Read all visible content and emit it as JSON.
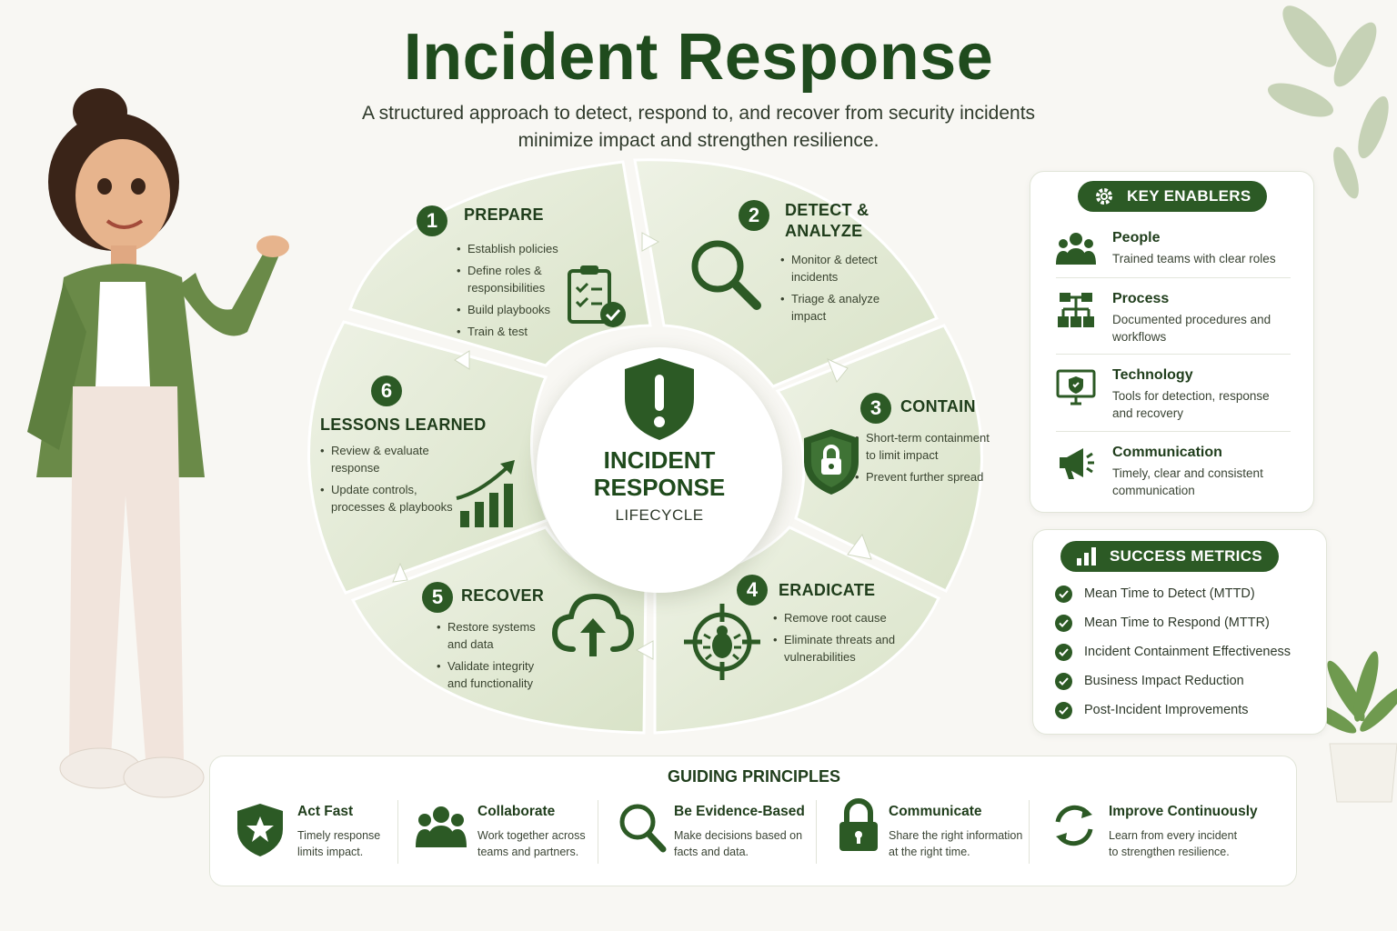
{
  "header": {
    "title": "Incident Response",
    "subtitle_line1": "A structured approach to detect, respond to, and recover from security incidents",
    "subtitle_line2": "minimize impact and strengthen resilience."
  },
  "lifecycle": {
    "center_title_line1": "INCIDENT",
    "center_title_line2": "RESPONSE",
    "center_subtitle": "LIFECYCLE",
    "steps": [
      {
        "number": "1",
        "title": "PREPARE",
        "icon": "clipboard-check-icon",
        "bullets": [
          "Establish policies",
          "Define roles & responsibilities",
          "Build playbooks",
          "Train & test"
        ]
      },
      {
        "number": "2",
        "title_line1": "DETECT &",
        "title_line2": "ANALYZE",
        "icon": "magnifier-icon",
        "bullets": [
          "Monitor & detect incidents",
          "Triage & analyze impact"
        ]
      },
      {
        "number": "3",
        "title": "CONTAIN",
        "icon": "shield-lock-icon",
        "bullets": [
          "Short-term containment to limit impact",
          "Prevent further spread"
        ]
      },
      {
        "number": "4",
        "title": "ERADICATE",
        "icon": "bug-target-icon",
        "bullets": [
          "Remove root cause",
          "Eliminate threats and vulnerabilities"
        ]
      },
      {
        "number": "5",
        "title": "RECOVER",
        "icon": "cloud-upload-icon",
        "bullets": [
          "Restore systems and data",
          "Validate integrity and functionality"
        ]
      },
      {
        "number": "6",
        "title": "LESSONS LEARNED",
        "icon": "growth-chart-icon",
        "bullets": [
          "Review & evaluate response",
          "Update controls, processes & playbooks"
        ]
      }
    ]
  },
  "key_enablers": {
    "title": "KEY ENABLERS",
    "items": [
      {
        "name": "People",
        "desc": "Trained teams with clear roles",
        "icon": "people-icon"
      },
      {
        "name": "Process",
        "desc": "Documented procedures and workflows",
        "icon": "process-flow-icon"
      },
      {
        "name": "Technology",
        "desc": "Tools for detection, response and recovery",
        "icon": "monitor-shield-icon"
      },
      {
        "name": "Communication",
        "desc": "Timely, clear and consistent communication",
        "icon": "megaphone-icon"
      }
    ]
  },
  "success_metrics": {
    "title": "SUCCESS METRICS",
    "items": [
      "Mean Time to Detect (MTTD)",
      "Mean Time to Respond (MTTR)",
      "Incident Containment Effectiveness",
      "Business Impact Reduction",
      "Post-Incident Improvements"
    ]
  },
  "guiding_principles": {
    "title": "GUIDING PRINCIPLES",
    "items": [
      {
        "name": "Act Fast",
        "desc": "Timely response limits impact.",
        "icon": "shield-star-icon"
      },
      {
        "name": "Collaborate",
        "desc": "Work together across teams and partners.",
        "icon": "team-icon"
      },
      {
        "name": "Be Evidence-Based",
        "desc": "Make decisions based on facts and data.",
        "icon": "search-icon"
      },
      {
        "name": "Communicate",
        "desc": "Share the right information at the right time.",
        "icon": "lock-icon"
      },
      {
        "name": "Improve Continuously",
        "desc": "Learn from every incident to strengthen resilience.",
        "icon": "refresh-cycle-icon"
      }
    ]
  },
  "colors": {
    "primary": "#2c5a25",
    "segment_fill": "#e3ead5",
    "background": "#f8f7f3"
  }
}
